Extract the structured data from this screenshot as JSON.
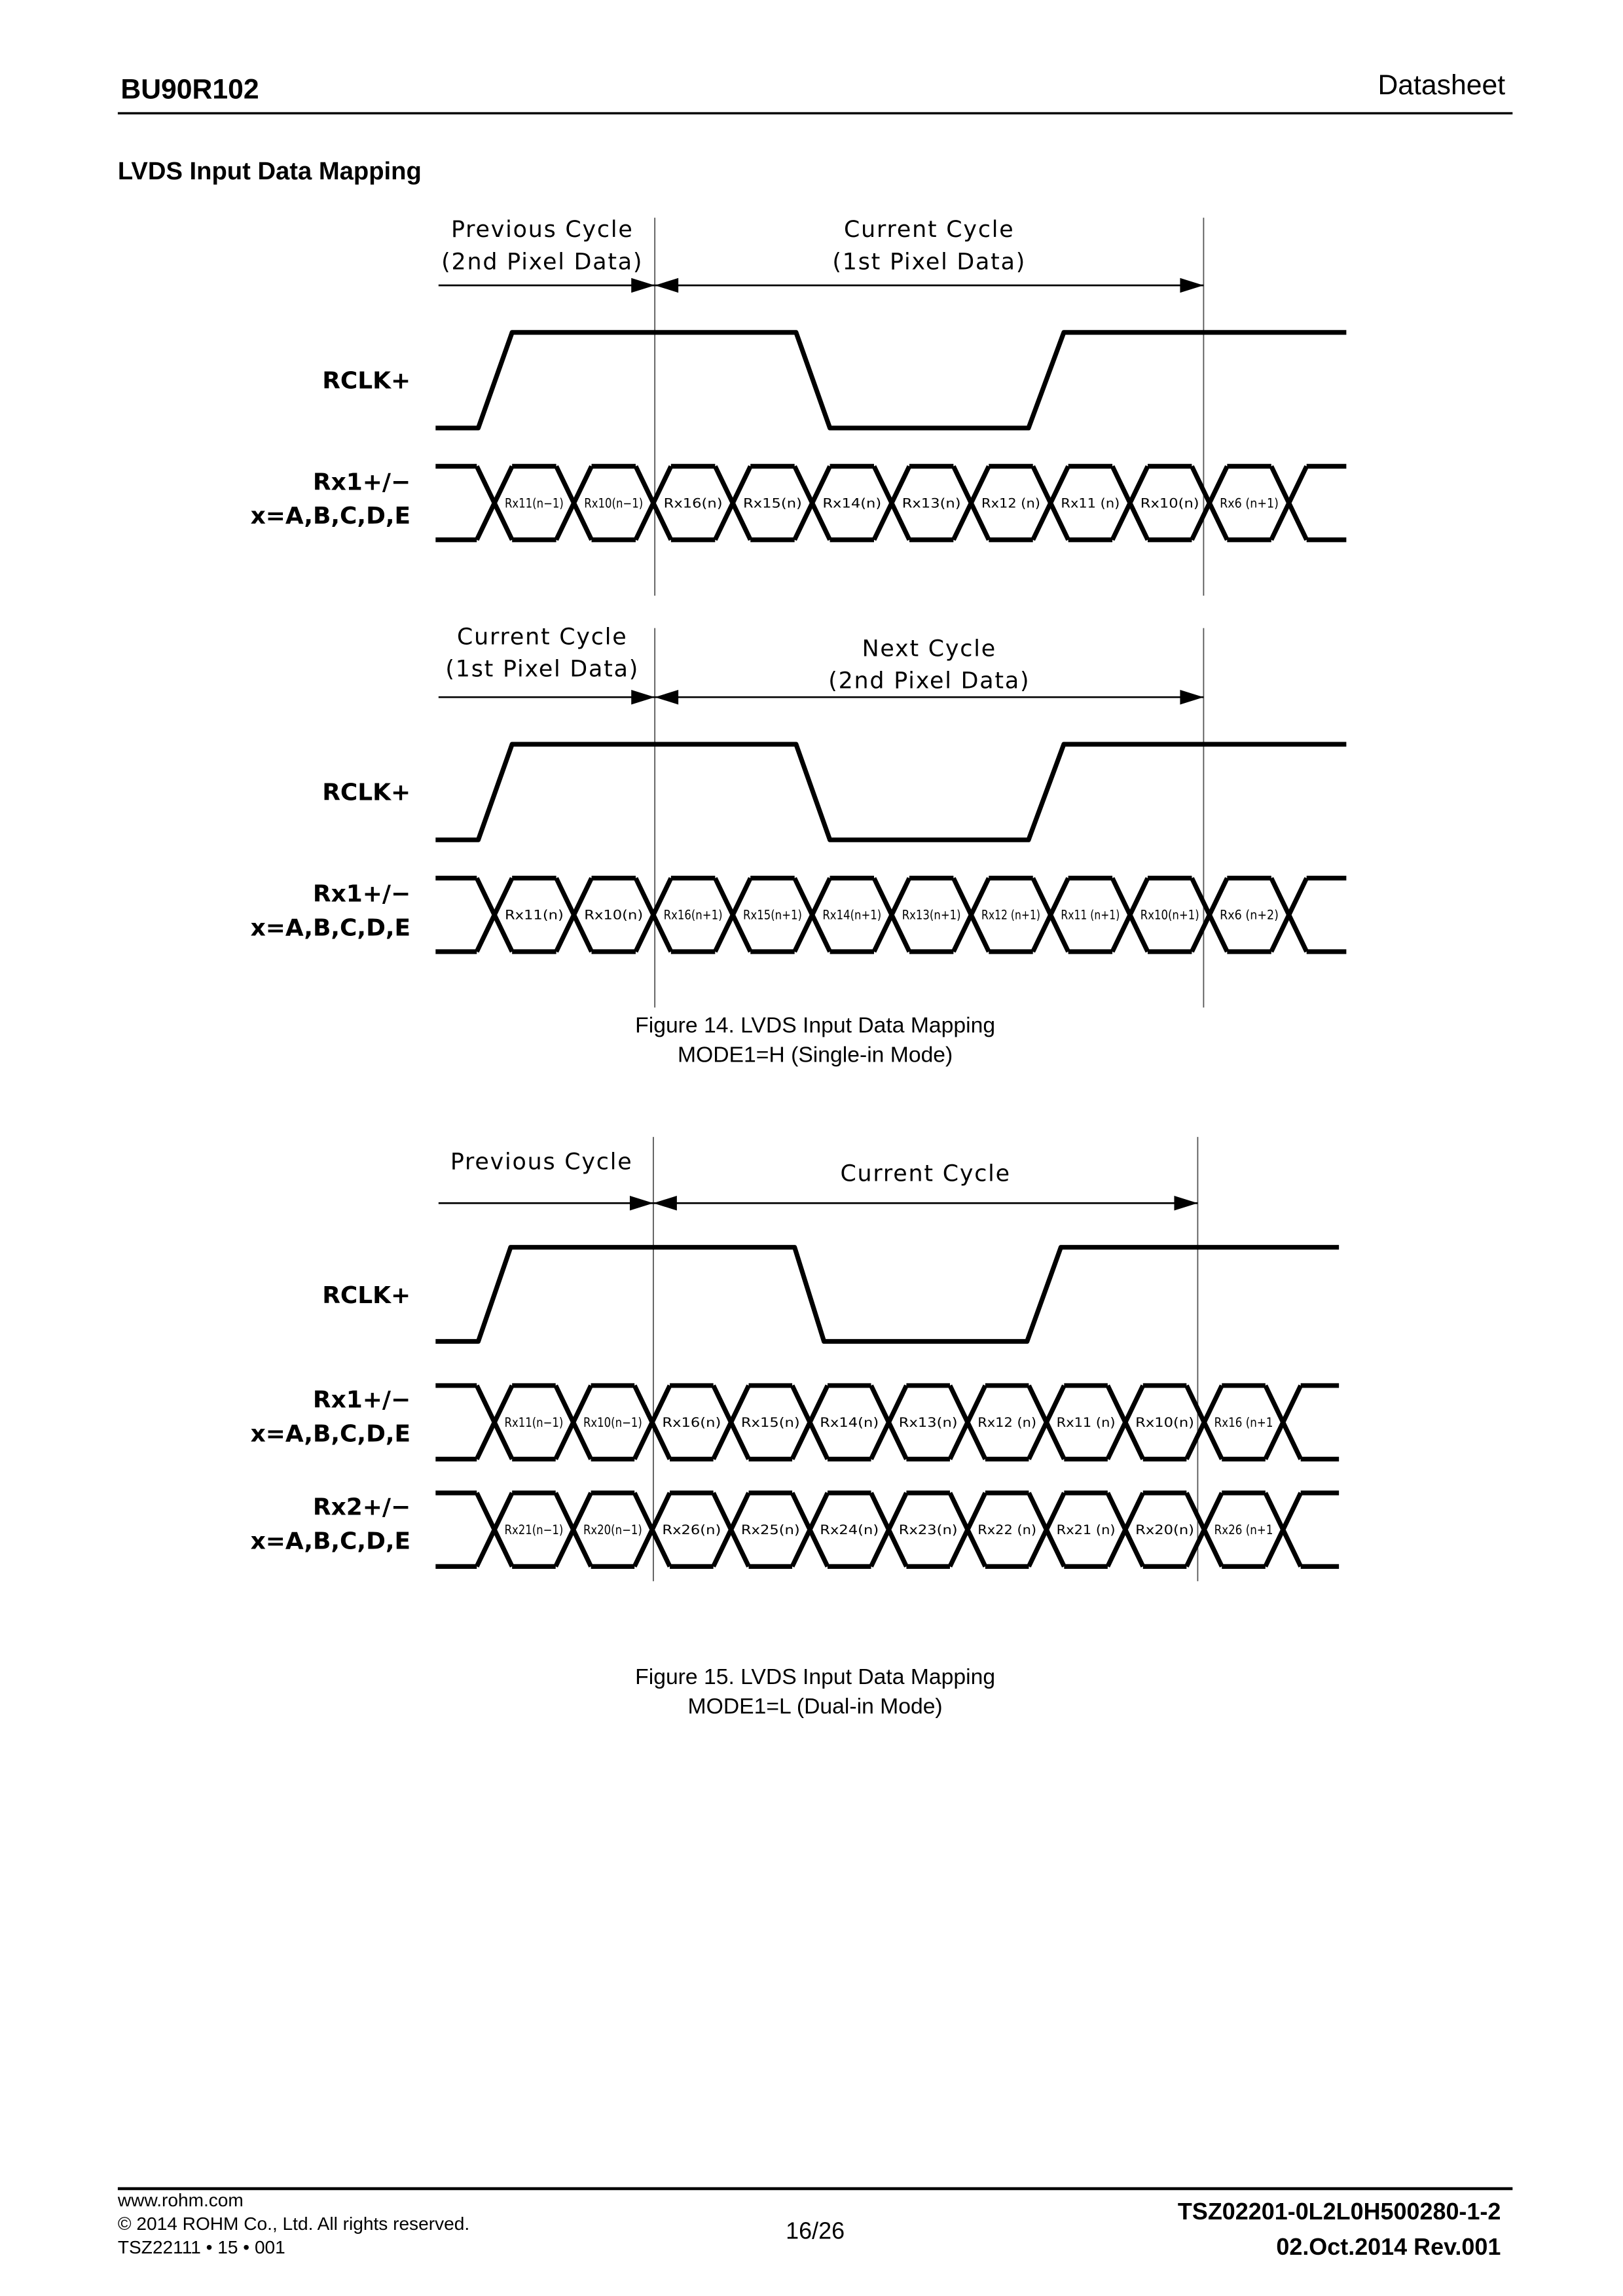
{
  "header": {
    "part_number": "BU90R102",
    "doc_type": "Datasheet"
  },
  "section_title": "LVDS Input Data Mapping",
  "figures": [
    {
      "periods": [
        {
          "line1": "Previous Cycle",
          "line2": "(2nd Pixel Data)"
        },
        {
          "line1": "Current Cycle",
          "line2": "(1st Pixel Data)"
        }
      ],
      "clock_label": "RCLK+",
      "rows": [
        {
          "label1": "Rx1+/−",
          "label2": "x=A,B,C,D,E",
          "cells": [
            "Rx11(n−1)",
            "Rx10(n−1)",
            "Rx16(n)",
            "Rx15(n)",
            "Rx14(n)",
            "Rx13(n)",
            "Rx12 (n)",
            "Rx11 (n)",
            "Rx10(n)",
            "Rx6 (n+1)"
          ]
        }
      ]
    },
    {
      "periods": [
        {
          "line1": "Current Cycle",
          "line2": "(1st Pixel Data)"
        },
        {
          "line1": "Next Cycle",
          "line2": "(2nd Pixel Data)"
        }
      ],
      "clock_label": "RCLK+",
      "rows": [
        {
          "label1": "Rx1+/−",
          "label2": "x=A,B,C,D,E",
          "cells": [
            "Rx11(n)",
            "Rx10(n)",
            "Rx16(n+1)",
            "Rx15(n+1)",
            "Rx14(n+1)",
            "Rx13(n+1)",
            "Rx12 (n+1)",
            "Rx11 (n+1)",
            "Rx10(n+1)",
            "Rx6 (n+2)"
          ]
        }
      ]
    },
    {
      "periods": [
        {
          "line1": "Previous Cycle",
          "line2": ""
        },
        {
          "line1": "Current Cycle",
          "line2": ""
        }
      ],
      "clock_label": "RCLK+",
      "rows": [
        {
          "label1": "Rx1+/−",
          "label2": "x=A,B,C,D,E",
          "cells": [
            "Rx11(n−1)",
            "Rx10(n−1)",
            "Rx16(n)",
            "Rx15(n)",
            "Rx14(n)",
            "Rx13(n)",
            "Rx12 (n)",
            "Rx11 (n)",
            "Rx10(n)",
            "Rx16 (n+1"
          ]
        },
        {
          "label1": "Rx2+/−",
          "label2": "x=A,B,C,D,E",
          "cells": [
            "Rx21(n−1)",
            "Rx20(n−1)",
            "Rx26(n)",
            "Rx25(n)",
            "Rx24(n)",
            "Rx23(n)",
            "Rx22 (n)",
            "Rx21 (n)",
            "Rx20(n)",
            "Rx26 (n+1"
          ]
        }
      ]
    }
  ],
  "captions": [
    {
      "line1": "Figure 14. LVDS Input Data Mapping",
      "line2": "MODE1=H (Single-in Mode)"
    },
    {
      "line1": "Figure 15. LVDS Input Data Mapping",
      "line2": "MODE1=L (Dual-in Mode)"
    }
  ],
  "footer": {
    "website": "www.rohm.com",
    "copyright": "© 2014 ROHM Co., Ltd. All rights reserved.",
    "form_code": "TSZ22111 • 15 • 001",
    "page": "16/26",
    "doc_number": "TSZ02201-0L2L0H500280-1-2",
    "date_rev": "02.Oct.2014  Rev.001"
  }
}
